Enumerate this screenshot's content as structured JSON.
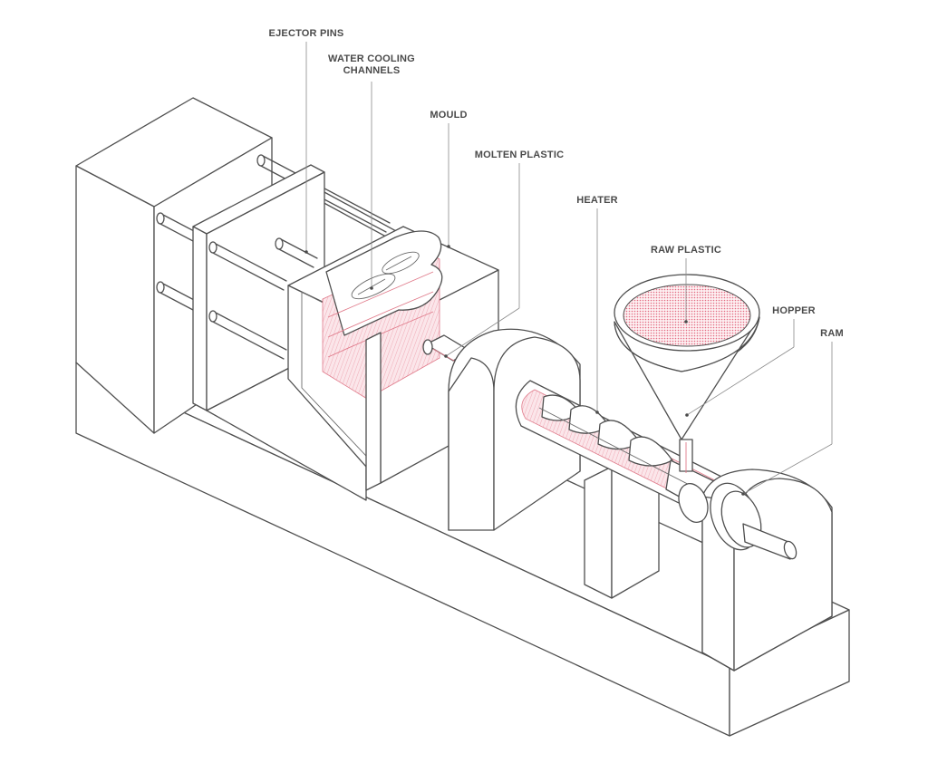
{
  "diagram": {
    "labels": {
      "ejector_pins": "EJECTOR PINS",
      "water_cooling_1": "WATER COOLING",
      "water_cooling_2": "CHANNELS",
      "mould": "MOULD",
      "molten_plastic": "MOLTEN PLASTIC",
      "heater": "HEATER",
      "raw_plastic": "RAW PLASTIC",
      "hopper": "HOPPER",
      "ram": "RAM"
    },
    "colors": {
      "line": "#4f4f4f",
      "plastic": "#e07a8a",
      "label": "#4a4a4a"
    }
  }
}
